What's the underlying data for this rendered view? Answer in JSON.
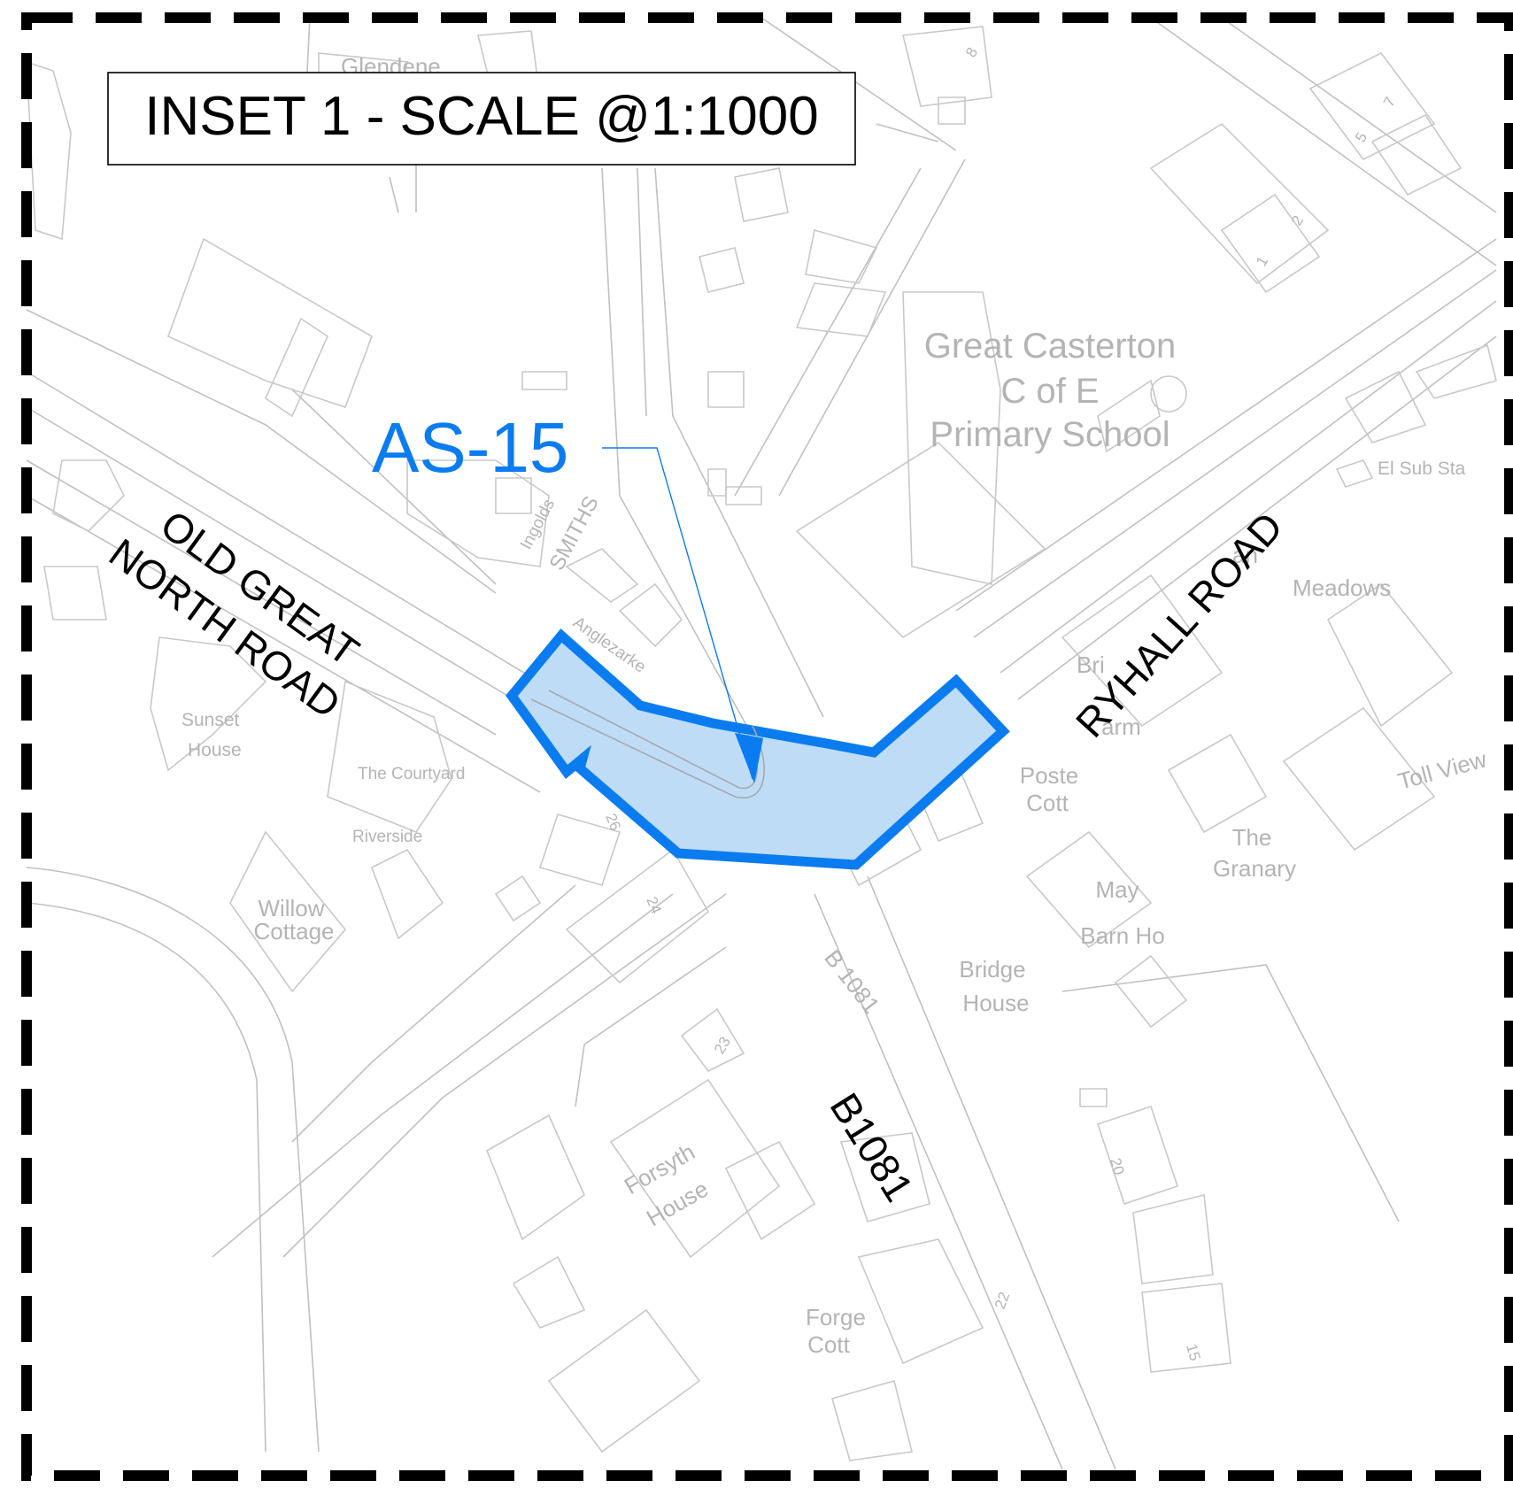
{
  "inset": {
    "title": "INSET 1 - SCALE @1:1000"
  },
  "site": {
    "ref": "AS-15",
    "highlight_fill": "#bfdcf7",
    "highlight_stroke": "#0a7cf0",
    "label_color": "#0a7cf0"
  },
  "roads": {
    "old_great_line1": "OLD GREAT",
    "old_great_line2": "NORTH ROAD",
    "ryhall": "RYHALL ROAD",
    "b1081_large": "B1081",
    "b1081_small": "B 1081",
    "smiths": "SMITHS"
  },
  "places": {
    "glendene": "Glendene",
    "school_line1": "Great Casterton",
    "school_line2": "C of E",
    "school_line3": "Primary School",
    "el_sub_sta": "El Sub Sta",
    "meadows": "Meadows",
    "an": "an",
    "br": "Bri",
    "arm": "arm",
    "toll_view": "Toll View",
    "ingolds": "Ingolds",
    "anglezarke": "Anglezarke",
    "sunset": "Sunset",
    "house": "House",
    "courtyard": "The Courtyard",
    "riverside": "Riverside",
    "willow": "Willow",
    "cottage": "Cottage",
    "poste": "Poste",
    "cott": "Cott",
    "the": "The",
    "granary": "Granary",
    "may": "May",
    "barn_ho": "Barn Ho",
    "bridge": "Bridge",
    "bridge_house": "House",
    "forsyth": "Forsyth",
    "forsyth_house": "House",
    "forge": "Forge",
    "forge_cott": "Cott"
  },
  "numbers": {
    "n8": "8",
    "n7": "7",
    "n5": "5",
    "n2": "2",
    "n1": "1",
    "n26": "26",
    "n24": "24",
    "n23": "23",
    "n22": "22",
    "n20": "20",
    "n15": "15"
  }
}
